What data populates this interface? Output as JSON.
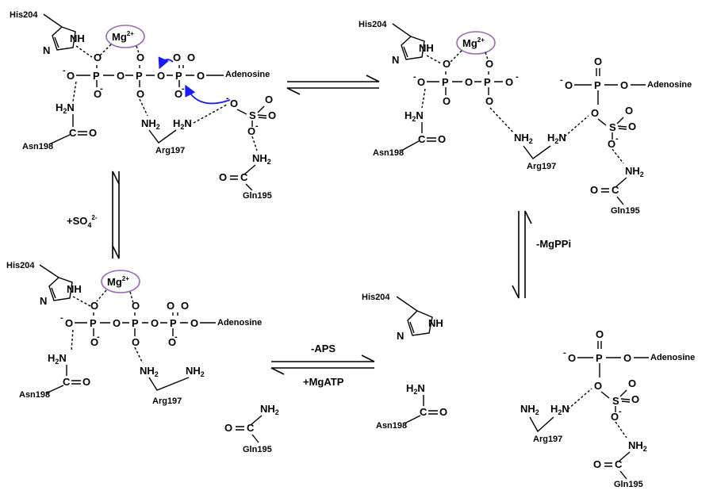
{
  "labels": {
    "his": "His204",
    "asn": "Asn198",
    "arg": "Arg197",
    "gln": "Gln195",
    "adenosine": "Adenosine",
    "mg": "Mg",
    "mg_charge": "2+",
    "nh": "NH",
    "n": "N",
    "h2n": "H",
    "nh2": "NH",
    "o": "O",
    "p": "P",
    "s": "S",
    "c": "C",
    "minus": "-",
    "two": "2"
  },
  "reactions": {
    "sulfate": "+SO",
    "sulfate_sub": "4",
    "sulfate_charge": "2-",
    "mgppi": "-MgPPi",
    "aps": "-APS",
    "mgatp": "+MgATP"
  },
  "colors": {
    "mg_ring": "#9b6bb0",
    "curved_arrow": "#1a1aff"
  }
}
